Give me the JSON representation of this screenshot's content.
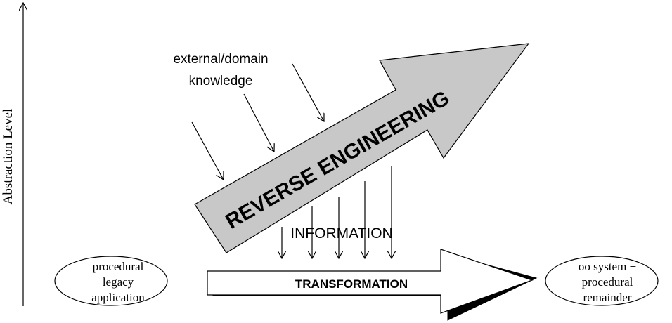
{
  "axis": {
    "label": "Abstraction Level"
  },
  "nodes": {
    "source": {
      "lines": [
        "procedural",
        "legacy",
        "application"
      ]
    },
    "target": {
      "lines": [
        "oo system +",
        "procedural",
        "remainder"
      ]
    }
  },
  "arrows": {
    "reverse_engineering": {
      "label": "REVERSE ENGINEERING",
      "fill": "#c8c8c8"
    },
    "transformation": {
      "label": "TRANSFORMATION",
      "fill": "#ffffff",
      "shadow": "#000000"
    }
  },
  "annotations": {
    "external_knowledge": {
      "lines": [
        "external/domain",
        "knowledge"
      ]
    },
    "information": "INFORMATION"
  }
}
